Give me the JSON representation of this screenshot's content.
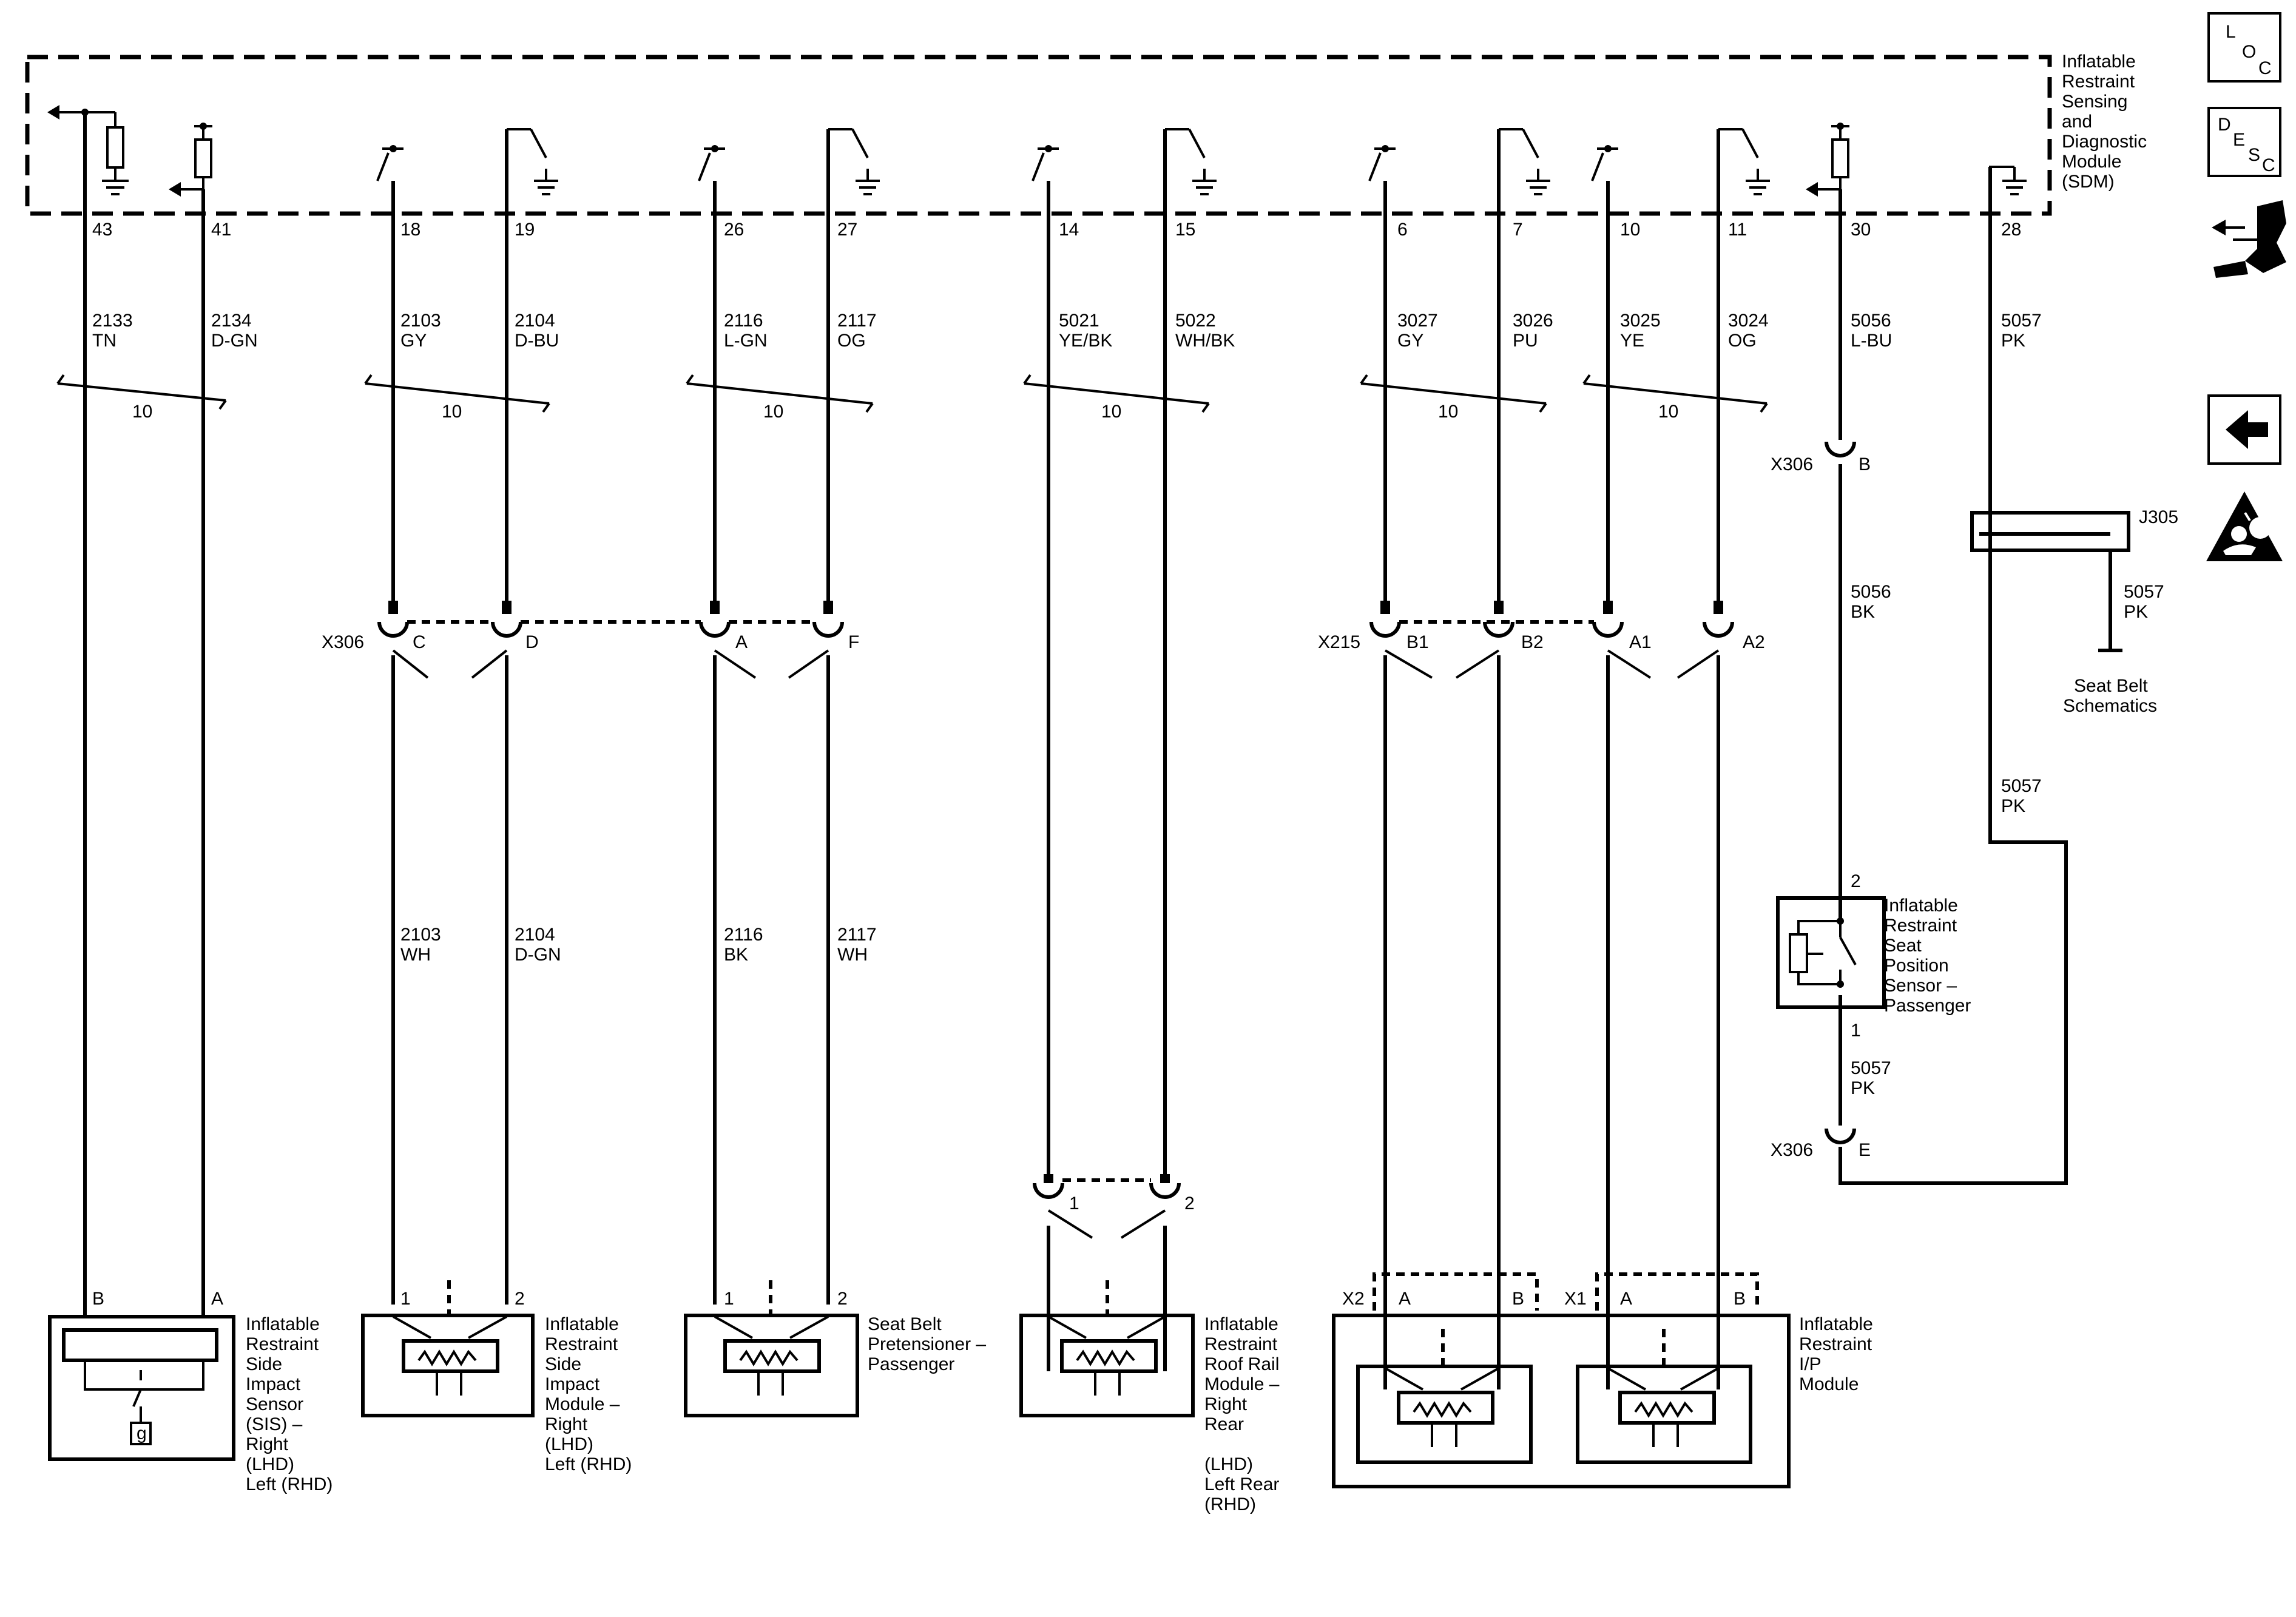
{
  "sdm_label": [
    "Inflatable",
    "Restraint",
    "Sensing",
    "and",
    "Diagnostic",
    "Module",
    "(SDM)"
  ],
  "pins": [
    {
      "pin": "43",
      "circuit": "2133",
      "color": "TN"
    },
    {
      "pin": "41",
      "circuit": "2134",
      "color": "D-GN"
    },
    {
      "pin": "18",
      "circuit": "2103",
      "color": "GY"
    },
    {
      "pin": "19",
      "circuit": "2104",
      "color": "D-BU"
    },
    {
      "pin": "26",
      "circuit": "2116",
      "color": "L-GN"
    },
    {
      "pin": "27",
      "circuit": "2117",
      "color": "OG"
    },
    {
      "pin": "14",
      "circuit": "5021",
      "color": "YE/BK"
    },
    {
      "pin": "15",
      "circuit": "5022",
      "color": "WH/BK"
    },
    {
      "pin": "6",
      "circuit": "3027",
      "color": "GY"
    },
    {
      "pin": "7",
      "circuit": "3026",
      "color": "PU"
    },
    {
      "pin": "10",
      "circuit": "3025",
      "color": "YE"
    },
    {
      "pin": "11",
      "circuit": "3024",
      "color": "OG"
    },
    {
      "pin": "30",
      "circuit": "5056",
      "color": "L-BU"
    },
    {
      "pin": "28",
      "circuit": "5057",
      "color": "PK"
    }
  ],
  "twist_labels": [
    "10",
    "10",
    "10",
    "10",
    "10",
    "10"
  ],
  "connectors": {
    "x306": "X306",
    "x215": "X215",
    "x2": "X2",
    "x1": "X1",
    "j305": "J305",
    "cav": {
      "c": "C",
      "d": "D",
      "a": "A",
      "f": "F",
      "b1": "B1",
      "b2": "B2",
      "a1": "A1",
      "a2": "A2",
      "b": "B",
      "e": "E",
      "one": "1",
      "two": "2"
    }
  },
  "lower_wires": [
    {
      "circuit": "2103",
      "color": "WH"
    },
    {
      "circuit": "2104",
      "color": "D-GN"
    },
    {
      "circuit": "2116",
      "color": "BK"
    },
    {
      "circuit": "2117",
      "color": "WH"
    },
    {
      "circuit": "5056",
      "color": "BK"
    },
    {
      "circuit": "5057",
      "color": "PK"
    },
    {
      "circuit": "5057",
      "color": "PK"
    },
    {
      "circuit": "5057",
      "color": "PK"
    }
  ],
  "components": {
    "sis": {
      "pin_b": "B",
      "pin_a": "A",
      "g": "g",
      "label": [
        "Inflatable",
        "Restraint",
        "Side",
        "Impact",
        "Sensor",
        "(SIS) –",
        "Right",
        "(LHD)",
        "Left (RHD)"
      ]
    },
    "side_module": {
      "pin1": "1",
      "pin2": "2",
      "label": [
        "Inflatable",
        "Restraint",
        "Side",
        "Impact",
        "Module –",
        "Right",
        "(LHD)",
        "Left (RHD)"
      ]
    },
    "pretensioner": {
      "pin1": "1",
      "pin2": "2",
      "label": [
        "Seat Belt",
        "Pretensioner –",
        "Passenger"
      ]
    },
    "roof_rail": {
      "label": [
        "Inflatable",
        "Restraint",
        "Roof Rail",
        "Module –",
        "Right",
        "Rear"
      ],
      "label2": [
        "(LHD)",
        "Left Rear",
        "(RHD)"
      ]
    },
    "ip_module": {
      "a": "A",
      "b": "B",
      "label": [
        "Inflatable",
        "Restraint",
        "I/P",
        "Module"
      ]
    },
    "seat_position": {
      "pin2": "2",
      "pin1": "1",
      "label": [
        "Inflatable",
        "Restraint",
        "Seat",
        "Position",
        "Sensor –",
        "Passenger"
      ]
    },
    "seat_belt_ref": [
      "Seat Belt",
      "Schematics"
    ]
  },
  "sidebar": {
    "loc": [
      "L",
      "O",
      "C"
    ],
    "desc": [
      "D",
      "E",
      "S",
      "C"
    ]
  }
}
